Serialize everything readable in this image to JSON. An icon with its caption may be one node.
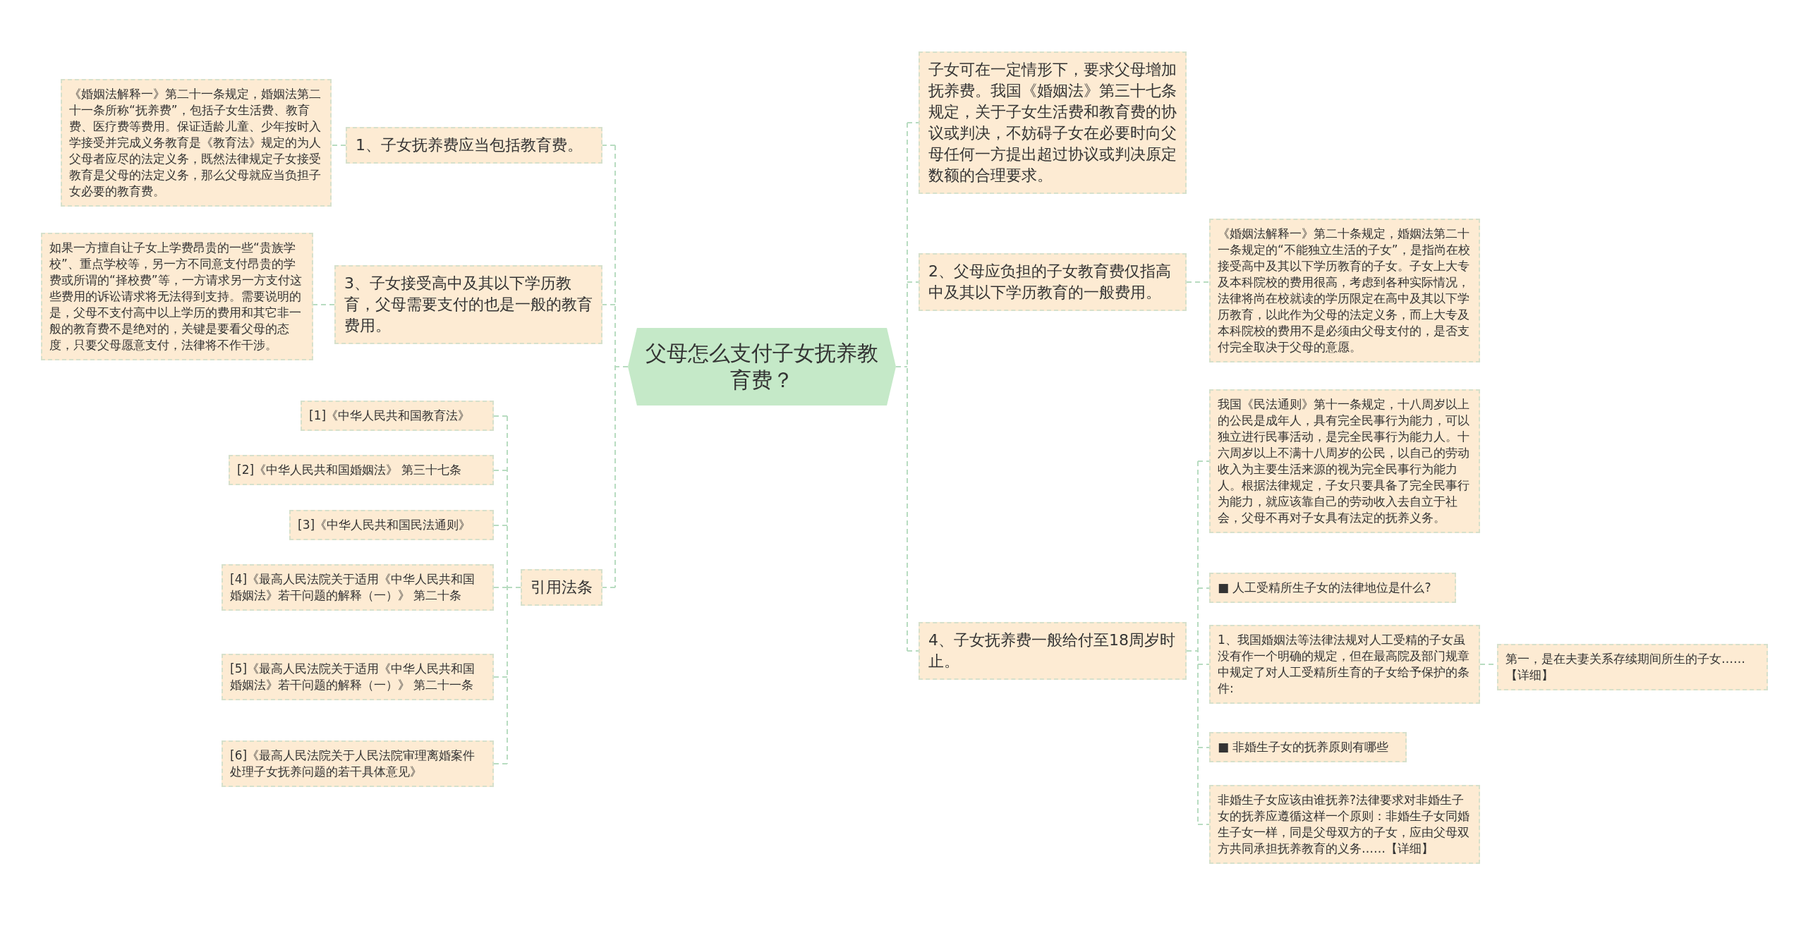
{
  "diagram": {
    "nodes": [
      {
        "text": [
          "父母怎么支付子女抚养教育费？"
        ]
      },
      {
        "text": [
          "1、子女抚养费应当包括教育费。"
        ]
      },
      {
        "text": [
          "《婚姻法解释一》第二十一条规定，婚姻法第二十一条所称“抚养费”，包括子女生活费、教育费、医疗费等费用。保证适龄儿童、少年按时入学接受并完成义务教育是《教育法》规定的为人父母者应尽的法定义务，既然法律规定子女接受教育是父母的法定义务，那么父母就应当负担子女必要的教育费。"
        ]
      },
      {
        "text": [
          "3、子女接受高中及其以下学历教育，父母需要支付的也是一般的教育费用。"
        ]
      },
      {
        "text": [
          "如果一方擅自让子女上学费昂贵的一些“贵族学校”、重点学校等，另一方不同意支付昂贵的学费或所谓的“择校费”等，一方请求另一方支付这些费用的诉讼请求将无法得到支持。需要说明的是，父母不支付高中以上学历的费用和其它非一般的教育费不是绝对的，关键是要看父母的态度，只要父母愿意支付，法律将不作干涉。"
        ]
      },
      {
        "text": [
          "引用法条"
        ]
      },
      {
        "text": [
          "[1]《中华人民共和国教育法》"
        ]
      },
      {
        "text": [
          "[2]《中华人民共和国婚姻法》 第三十七条"
        ]
      },
      {
        "text": [
          "[3]《中华人民共和国民法通则》"
        ]
      },
      {
        "text": [
          "[4]《最高人民法院关于适用《中华人民共和国婚姻法》若干问题的解释（一）》 第二十条"
        ]
      },
      {
        "text": [
          "[5]《最高人民法院关于适用《中华人民共和国婚姻法》若干问题的解释（一）》 第二十一条"
        ]
      },
      {
        "text": [
          "[6]《最高人民法院关于人民法院审理离婚案件处理子女抚养问题的若干具体意见》"
        ]
      },
      {
        "text": [
          "子女可在一定情形下，要求父母增加抚养费。我国《婚姻法》第三十七条规定，关于子女生活费和教育费的协议或判决，不妨碍子女在必要时向父母任何一方提出超过协议或判决原定数额的合理要求。"
        ]
      },
      {
        "text": [
          "2、父母应负担的子女教育费仅指高中及其以下学历教育的一般费用。"
        ]
      },
      {
        "text": [
          "《婚姻法解释一》第二十条规定，婚姻法第二十一条规定的“不能独立生活的子女”，是指尚在校接受高中及其以下学历教育的子女。子女上大专及本科院校的费用很高，考虑到各种实际情况，法律将尚在校就读的学历限定在高中及其以下学历教育，以此作为父母的法定义务，而上大专及本科院校的费用不是必须由父母支付的，是否支付完全取决于父母的意愿。"
        ]
      },
      {
        "text": [
          "4、子女抚养费一般给付至18周岁时止。"
        ]
      },
      {
        "text": [
          "我国《民法通则》第十一条规定，十八周岁以上的公民是成年人，具有完全民事行为能力，可以独立进行民事活动，是完全民事行为能力人。十六周岁以上不满十八周岁的公民，以自己的劳动收入为主要生活来源的视为完全民事行为能力人。根据法律规定，子女只要具备了完全民事行为能力，就应该靠自己的劳动收入去自立于社会，父母不再对子女具有法定的抚养义务。"
        ]
      },
      {
        "text": [
          "■ 人工受精所生子女的法律地位是什么?"
        ]
      },
      {
        "text": [
          "1、我国婚姻法等法律法规对人工受精的子女虽没有作一个明确的规定，但在最高院及部门规章中规定了对人工受精所生育的子女给予保护的条件:"
        ]
      },
      {
        "text": [
          "第一，是在夫妻关系存续期间所生的子女……【详细】"
        ]
      },
      {
        "text": [
          "■ 非婚生子女的抚养原则有哪些"
        ]
      },
      {
        "text": [
          "非婚生子女应该由谁抚养?法律要求对非婚生子女的抚养应遵循这样一个原则：非婚生子女同婚生子女一样，同是父母双方的子女，应由父母双方共同承担抚养教育的义务……【详细】"
        ]
      }
    ],
    "edges": [
      {
        "from": 0,
        "to": 1,
        "arrow": "none",
        "style": "dashed"
      },
      {
        "from": 1,
        "to": 2,
        "arrow": "none",
        "style": "dashed"
      },
      {
        "from": 0,
        "to": 3,
        "arrow": "none",
        "style": "dashed"
      },
      {
        "from": 3,
        "to": 4,
        "arrow": "none",
        "style": "dashed"
      },
      {
        "from": 0,
        "to": 5,
        "arrow": "none",
        "style": "dashed"
      },
      {
        "from": 5,
        "to": 6,
        "arrow": "none",
        "style": "dashed"
      },
      {
        "from": 5,
        "to": 7,
        "arrow": "none",
        "style": "dashed"
      },
      {
        "from": 5,
        "to": 8,
        "arrow": "none",
        "style": "dashed"
      },
      {
        "from": 5,
        "to": 9,
        "arrow": "none",
        "style": "dashed"
      },
      {
        "from": 5,
        "to": 10,
        "arrow": "none",
        "style": "dashed"
      },
      {
        "from": 5,
        "to": 11,
        "arrow": "none",
        "style": "dashed"
      },
      {
        "from": 0,
        "to": 12,
        "arrow": "none",
        "style": "dashed"
      },
      {
        "from": 0,
        "to": 13,
        "arrow": "none",
        "style": "dashed"
      },
      {
        "from": 13,
        "to": 14,
        "arrow": "none",
        "style": "dashed"
      },
      {
        "from": 0,
        "to": 15,
        "arrow": "none",
        "style": "dashed"
      },
      {
        "from": 15,
        "to": 16,
        "arrow": "none",
        "style": "dashed"
      },
      {
        "from": 15,
        "to": 17,
        "arrow": "none",
        "style": "dashed"
      },
      {
        "from": 15,
        "to": 18,
        "arrow": "none",
        "style": "dashed"
      },
      {
        "from": 18,
        "to": 19,
        "arrow": "none",
        "style": "dashed"
      },
      {
        "from": 15,
        "to": 20,
        "arrow": "none",
        "style": "dashed"
      },
      {
        "from": 15,
        "to": 21,
        "arrow": "none",
        "style": "dashed"
      }
    ]
  }
}
